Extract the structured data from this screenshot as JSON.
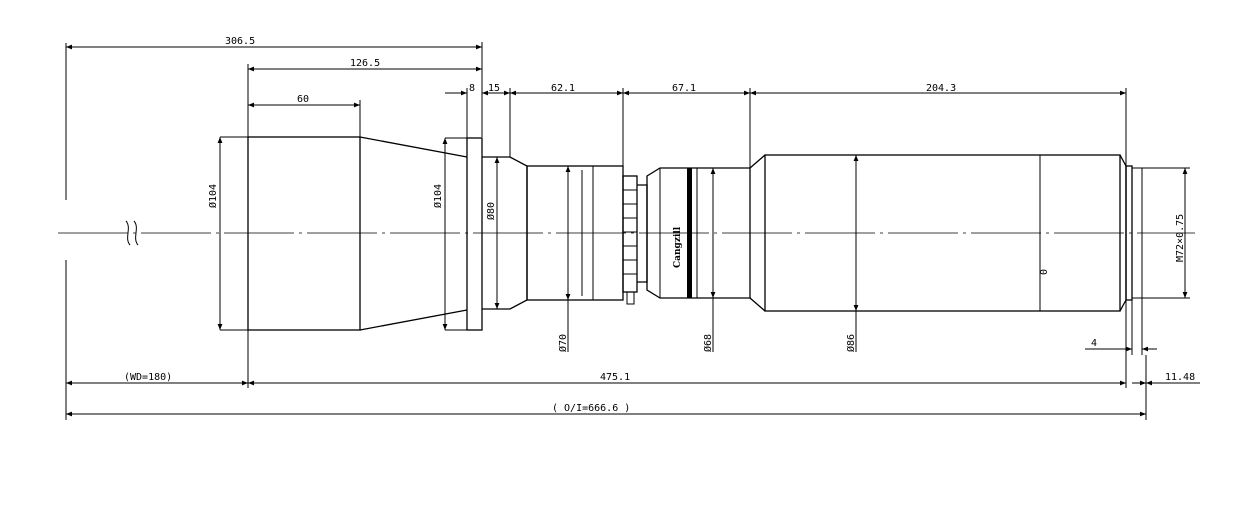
{
  "dimensions": {
    "d306": "306.5",
    "d126": "126.5",
    "d60": "60",
    "d8": "8",
    "d15": "15",
    "d621": "62.1",
    "d671": "67.1",
    "d2043": "204.3",
    "wd": "(WD=180)",
    "d4751": "475.1",
    "d1148": "11.48",
    "oi": "( O/I=666.6 )",
    "d4": "4"
  },
  "diameters": {
    "front": "Ø104",
    "flange": "Ø104",
    "mid": "Ø80",
    "d70": "Ø70",
    "d68": "Ø68",
    "d86": "Ø86",
    "mount": "M72×0.75"
  },
  "markings": {
    "brand": "Cangzill",
    "small": "0"
  }
}
